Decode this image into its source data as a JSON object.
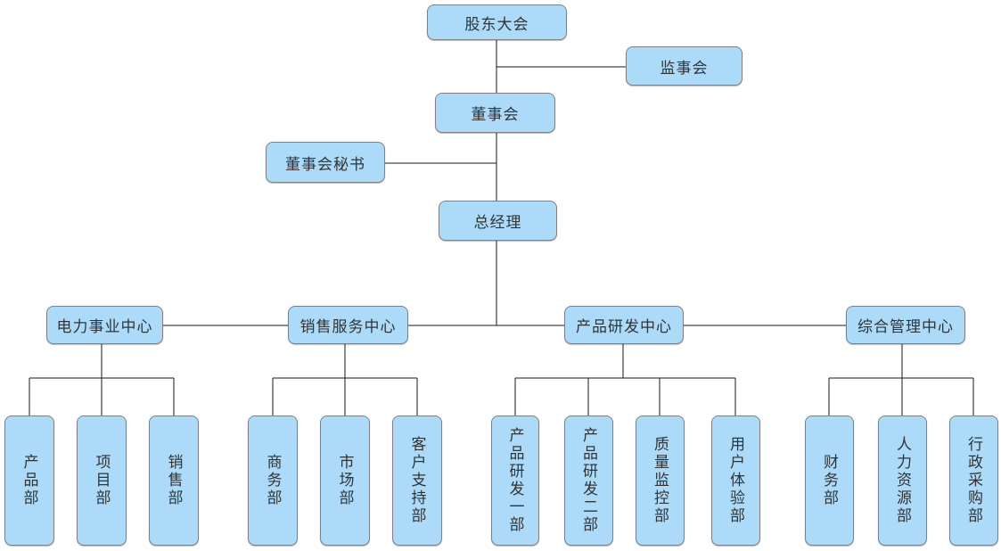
{
  "colors": {
    "node_fill": "#ABDBF9",
    "node_border": "#808080",
    "connector": "#1a1a1a",
    "text": "#333333",
    "background": "#ffffff"
  },
  "nodes": {
    "shareholders_meeting": {
      "label": "股东大会"
    },
    "supervisory_board": {
      "label": "监事会"
    },
    "board_of_directors": {
      "label": "董事会"
    },
    "board_secretary": {
      "label": "董事会秘书"
    },
    "general_manager": {
      "label": "总经理"
    },
    "power_business_center": {
      "label": "电力事业中心"
    },
    "sales_service_center": {
      "label": "销售服务中心"
    },
    "product_rd_center": {
      "label": "产品研发中心"
    },
    "general_mgmt_center": {
      "label": "综合管理中心"
    },
    "product_dept": {
      "label": "产品部"
    },
    "project_dept": {
      "label": "项目部"
    },
    "sales_dept": {
      "label": "销售部"
    },
    "commerce_dept": {
      "label": "商务部"
    },
    "marketing_dept": {
      "label": "市场部"
    },
    "customer_support_dept": {
      "label": "客户支持部"
    },
    "product_rd_dept_1": {
      "label": "产品研发一部"
    },
    "product_rd_dept_2": {
      "label": "产品研发二部"
    },
    "quality_control_dept": {
      "label": "质量监控部"
    },
    "user_experience_dept": {
      "label": "用户体验部"
    },
    "finance_dept": {
      "label": "财务部"
    },
    "hr_dept": {
      "label": "人力资源部"
    },
    "admin_procurement_dept": {
      "label": "行政采购部"
    }
  },
  "edges": [
    {
      "from": "shareholders_meeting",
      "to": "supervisory_board"
    },
    {
      "from": "shareholders_meeting",
      "to": "board_of_directors"
    },
    {
      "from": "board_of_directors",
      "to": "board_secretary"
    },
    {
      "from": "board_of_directors",
      "to": "general_manager"
    },
    {
      "from": "general_manager",
      "to": "power_business_center"
    },
    {
      "from": "general_manager",
      "to": "sales_service_center"
    },
    {
      "from": "general_manager",
      "to": "product_rd_center"
    },
    {
      "from": "general_manager",
      "to": "general_mgmt_center"
    },
    {
      "from": "power_business_center",
      "to": "product_dept"
    },
    {
      "from": "power_business_center",
      "to": "project_dept"
    },
    {
      "from": "power_business_center",
      "to": "sales_dept"
    },
    {
      "from": "sales_service_center",
      "to": "commerce_dept"
    },
    {
      "from": "sales_service_center",
      "to": "marketing_dept"
    },
    {
      "from": "sales_service_center",
      "to": "customer_support_dept"
    },
    {
      "from": "product_rd_center",
      "to": "product_rd_dept_1"
    },
    {
      "from": "product_rd_center",
      "to": "product_rd_dept_2"
    },
    {
      "from": "product_rd_center",
      "to": "quality_control_dept"
    },
    {
      "from": "product_rd_center",
      "to": "user_experience_dept"
    },
    {
      "from": "general_mgmt_center",
      "to": "finance_dept"
    },
    {
      "from": "general_mgmt_center",
      "to": "hr_dept"
    },
    {
      "from": "general_mgmt_center",
      "to": "admin_procurement_dept"
    }
  ]
}
